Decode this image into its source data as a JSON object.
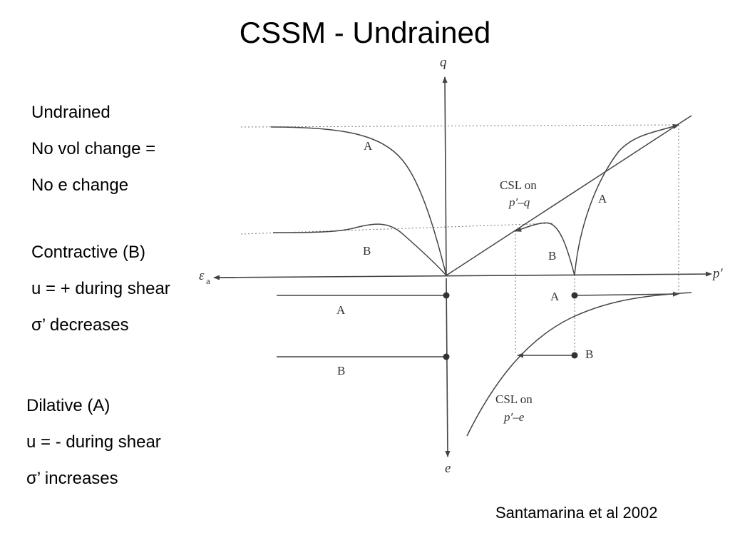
{
  "title": "CSSM - Undrained",
  "undrained": {
    "line1": "Undrained",
    "line2": "No vol change =",
    "line3": "No e change"
  },
  "contractive": {
    "heading": "Contractive (B)",
    "pore_pressure": "u = + during shear",
    "stress_symbol": "σ",
    "stress_text": "’ decreases"
  },
  "dilative": {
    "heading": "Dilative (A)",
    "pore_pressure": "u = - during shear",
    "stress_symbol": "σ",
    "stress_text": "’ increases"
  },
  "citation": "Santamarina et al 2002",
  "figure": {
    "axis_q": "q",
    "axis_p": "p′",
    "axis_e": "e",
    "axis_strain": "ε",
    "axis_strain_sub": "a",
    "label_A": "A",
    "label_B": "B",
    "csl_pq_line1": "CSL on",
    "csl_pq_line2": "p′–q",
    "csl_pe_line1": "CSL on",
    "csl_pe_line2": "p′–e"
  }
}
